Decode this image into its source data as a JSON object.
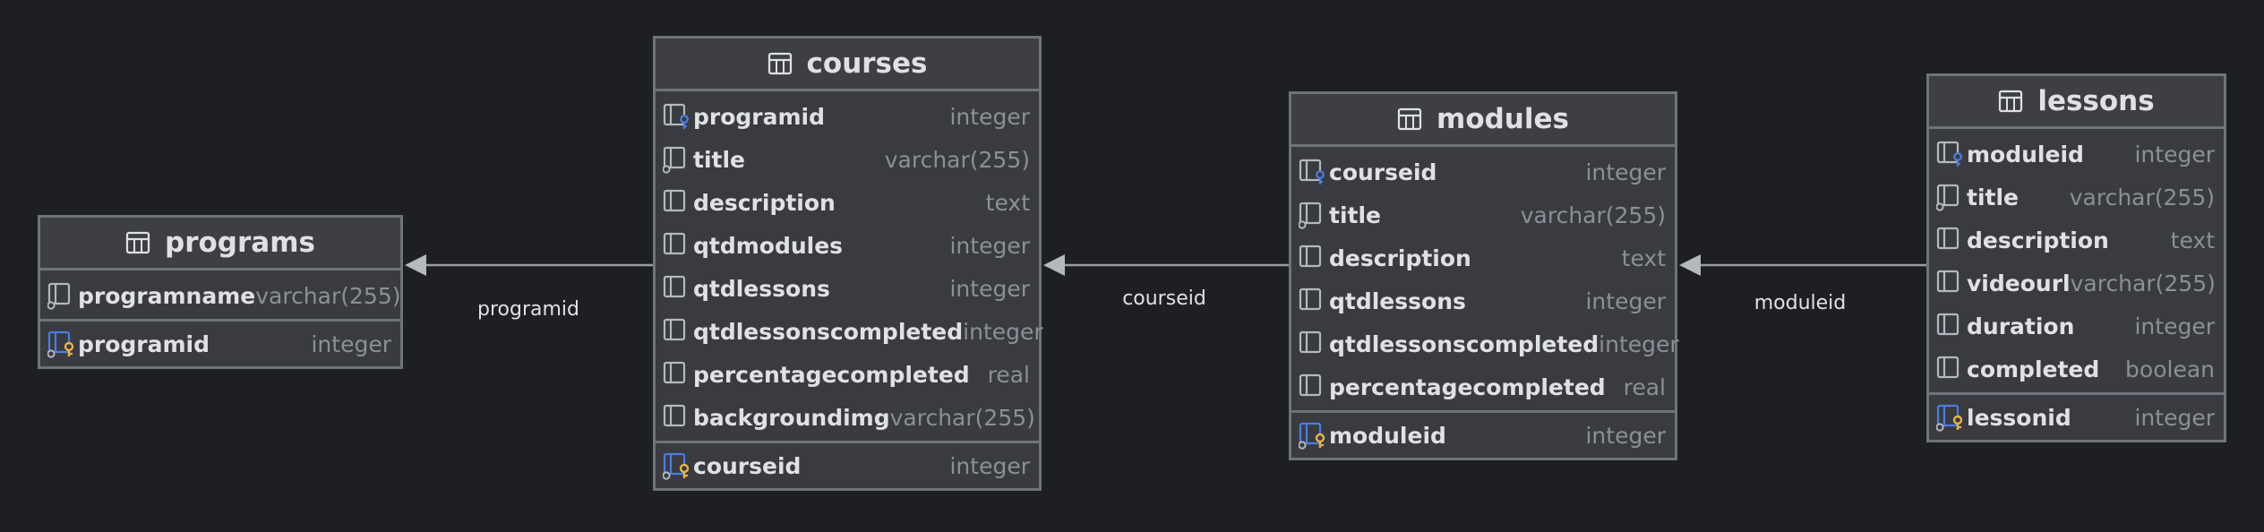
{
  "colors": {
    "background": "#1e1f22",
    "table_fill": "#393b40",
    "table_border": "#6f737a",
    "text": "#dfe1e5",
    "type_text": "#8c8f95",
    "fk_icon": "#4d7dde",
    "pk_key": "#e6b450"
  },
  "tables": [
    {
      "name": "programs",
      "icon": "table-icon",
      "columns": [
        {
          "name": "programname",
          "type": "varchar(255)",
          "icon": "column-nullable-icon"
        }
      ],
      "primary_key": {
        "name": "programid",
        "type": "integer",
        "icon": "primary-key-icon"
      }
    },
    {
      "name": "courses",
      "icon": "table-icon",
      "columns": [
        {
          "name": "programid",
          "type": "integer",
          "icon": "foreign-key-column-icon"
        },
        {
          "name": "title",
          "type": "varchar(255)",
          "icon": "column-nullable-icon"
        },
        {
          "name": "description",
          "type": "text",
          "icon": "column-icon"
        },
        {
          "name": "qtdmodules",
          "type": "integer",
          "icon": "column-icon"
        },
        {
          "name": "qtdlessons",
          "type": "integer",
          "icon": "column-icon"
        },
        {
          "name": "qtdlessonscompleted",
          "type": "integer",
          "icon": "column-icon"
        },
        {
          "name": "percentagecompleted",
          "type": "real",
          "icon": "column-icon"
        },
        {
          "name": "backgroundimg",
          "type": "varchar(255)",
          "icon": "column-icon"
        }
      ],
      "primary_key": {
        "name": "courseid",
        "type": "integer",
        "icon": "primary-key-icon"
      }
    },
    {
      "name": "modules",
      "icon": "table-icon",
      "columns": [
        {
          "name": "courseid",
          "type": "integer",
          "icon": "foreign-key-column-icon"
        },
        {
          "name": "title",
          "type": "varchar(255)",
          "icon": "column-nullable-icon"
        },
        {
          "name": "description",
          "type": "text",
          "icon": "column-icon"
        },
        {
          "name": "qtdlessons",
          "type": "integer",
          "icon": "column-icon"
        },
        {
          "name": "qtdlessonscompleted",
          "type": "integer",
          "icon": "column-icon"
        },
        {
          "name": "percentagecompleted",
          "type": "real",
          "icon": "column-icon"
        }
      ],
      "primary_key": {
        "name": "moduleid",
        "type": "integer",
        "icon": "primary-key-icon"
      }
    },
    {
      "name": "lessons",
      "icon": "table-icon",
      "columns": [
        {
          "name": "moduleid",
          "type": "integer",
          "icon": "foreign-key-column-icon"
        },
        {
          "name": "title",
          "type": "varchar(255)",
          "icon": "column-nullable-icon"
        },
        {
          "name": "description",
          "type": "text",
          "icon": "column-icon"
        },
        {
          "name": "videourl",
          "type": "varchar(255)",
          "icon": "column-icon"
        },
        {
          "name": "duration",
          "type": "integer",
          "icon": "column-icon"
        },
        {
          "name": "completed",
          "type": "boolean",
          "icon": "column-icon"
        }
      ],
      "primary_key": {
        "name": "lessonid",
        "type": "integer",
        "icon": "primary-key-icon"
      }
    }
  ],
  "relationships": [
    {
      "from": "courses",
      "to": "programs",
      "label": "programid"
    },
    {
      "from": "modules",
      "to": "courses",
      "label": "courseid"
    },
    {
      "from": "lessons",
      "to": "modules",
      "label": "moduleid"
    }
  ]
}
